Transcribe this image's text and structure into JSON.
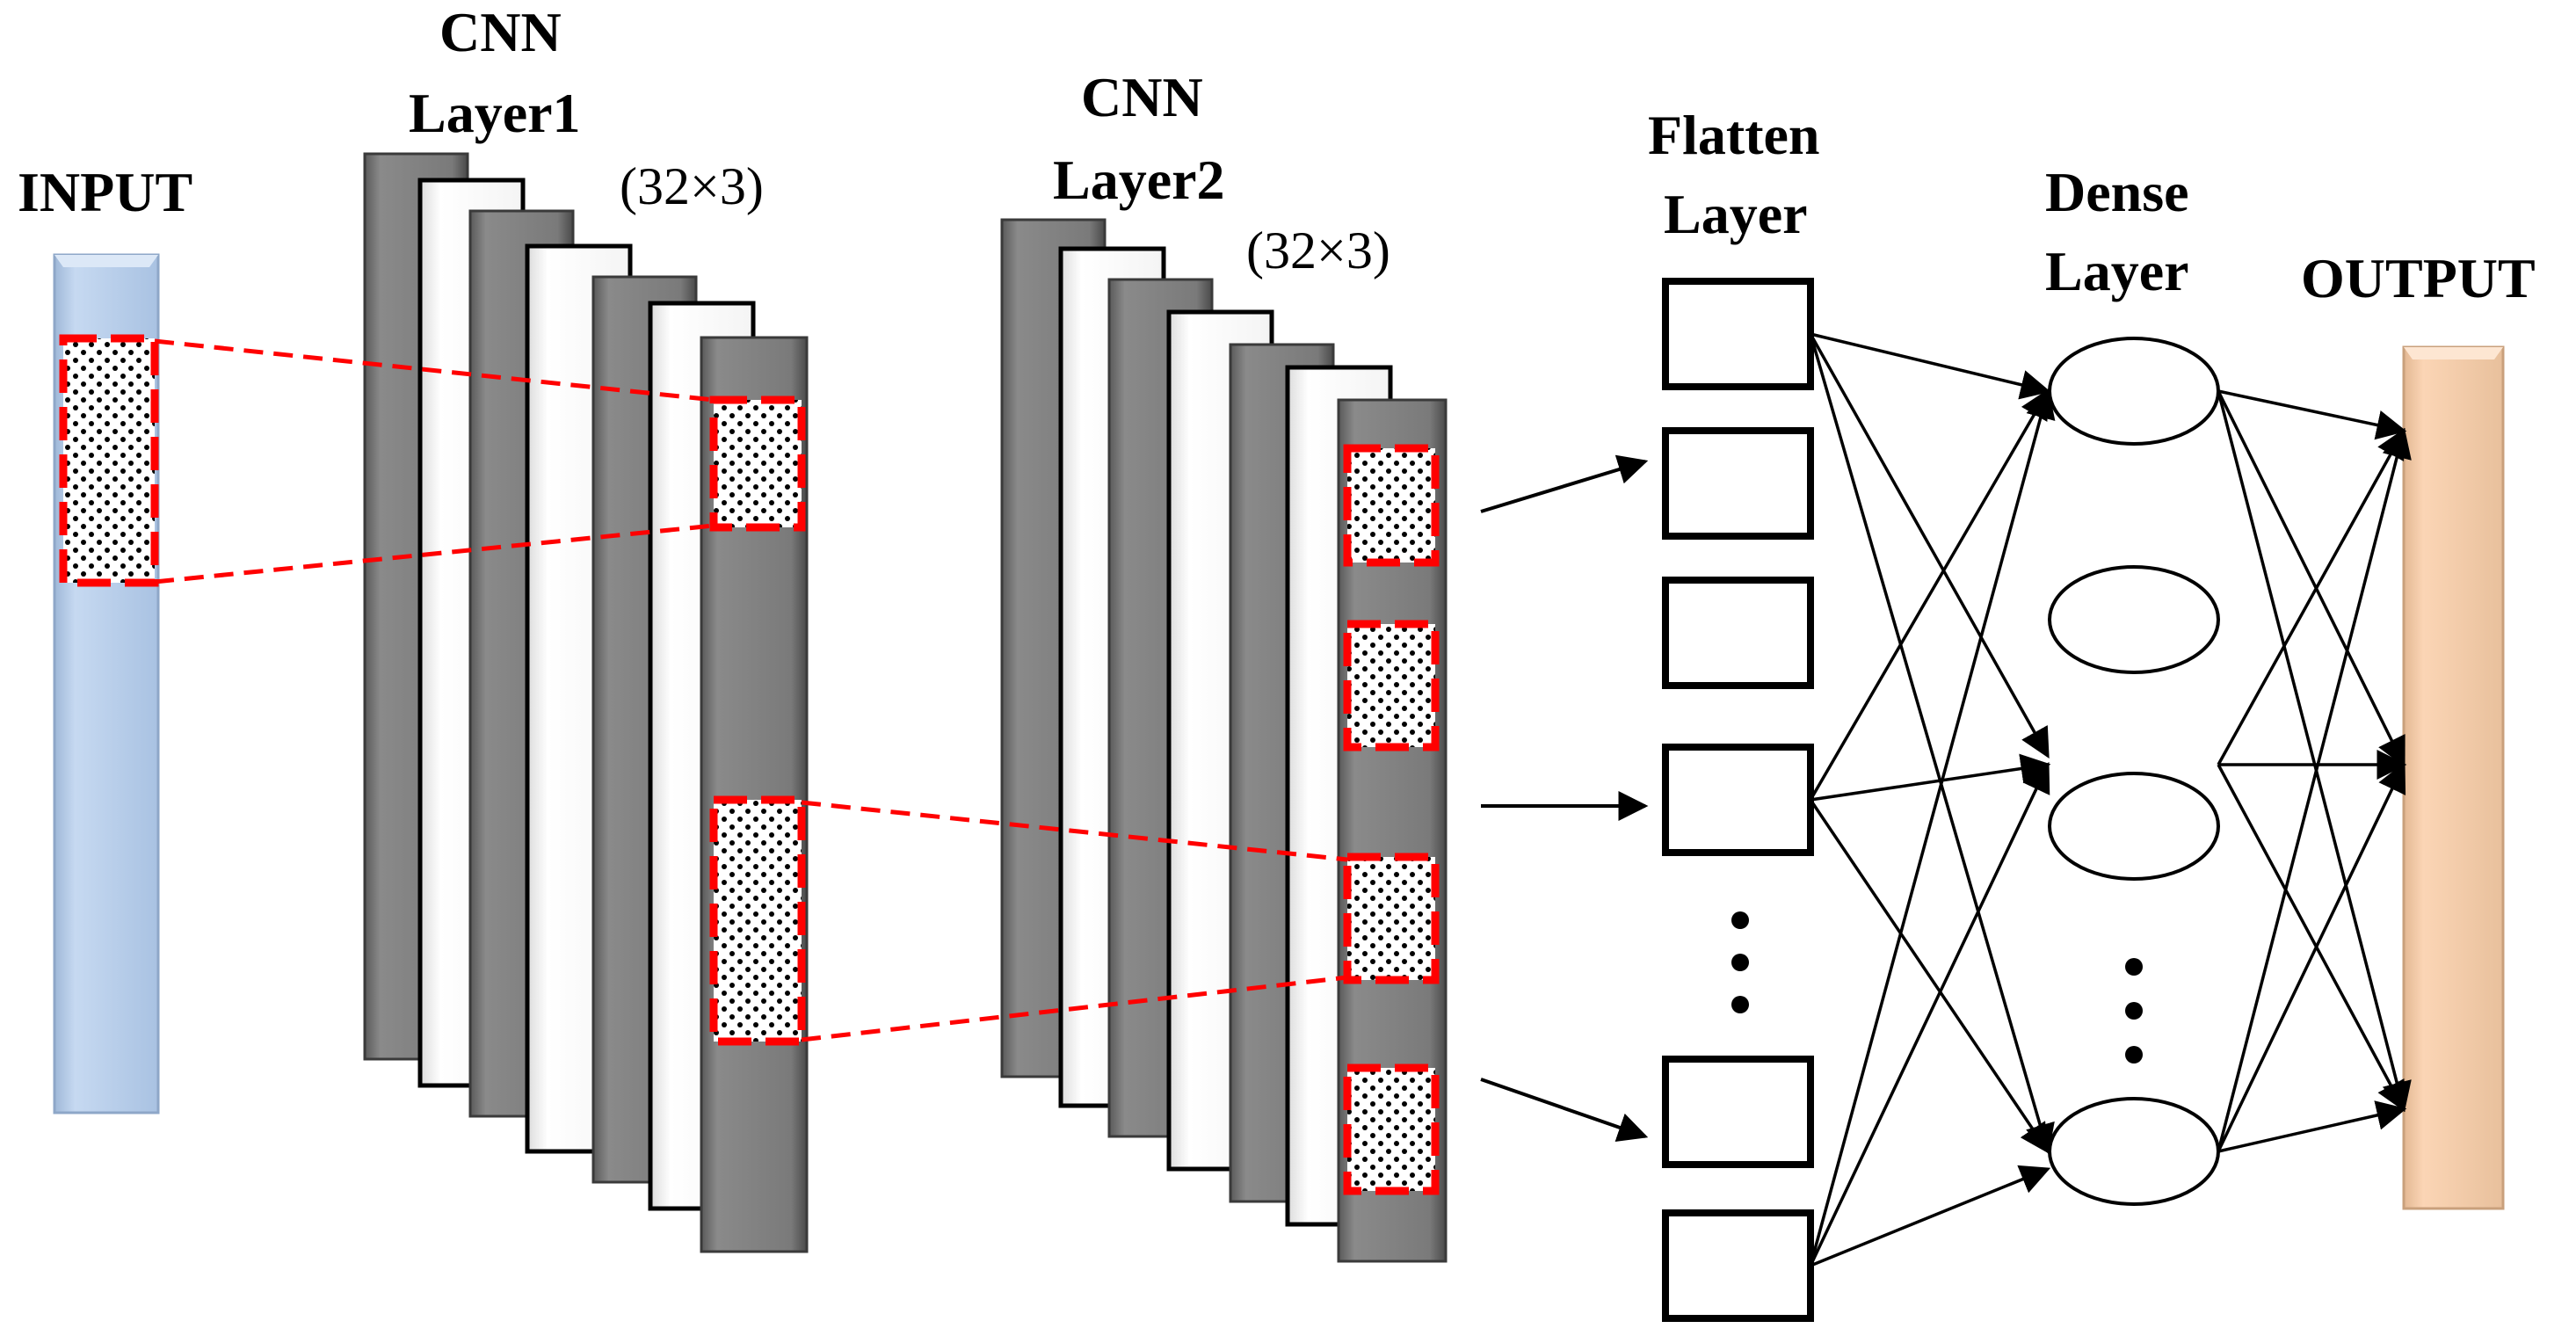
{
  "labels": {
    "input": "INPUT",
    "cnn1_line1": "CNN",
    "cnn1_line2": "Layer1",
    "cnn1_shape": "(32×3)",
    "cnn2_line1": "CNN",
    "cnn2_line2": "Layer2",
    "cnn2_shape": "(32×3)",
    "flatten_line1": "Flatten",
    "flatten_line2": "Layer",
    "dense_line1": "Dense",
    "dense_line2": "Layer",
    "output": "OUTPUT"
  },
  "colors": {
    "input_bar": "#c6d9f1",
    "output_bar": "#fbd5b5",
    "filter_dark": "#7a7a7a",
    "filter_light": "#ffffff",
    "highlight": "#ff0000"
  }
}
